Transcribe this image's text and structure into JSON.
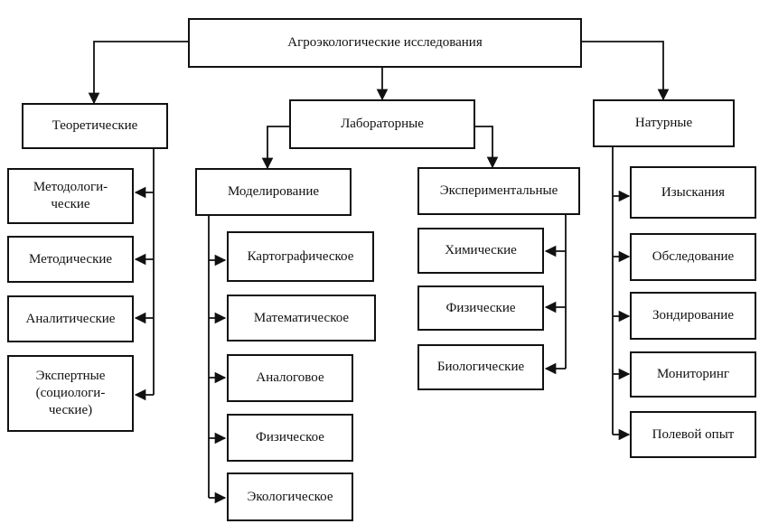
{
  "root": {
    "label": "Агроэкологические исследования"
  },
  "branches": {
    "theoretical": {
      "label": "Теоретические",
      "items": [
        "Методологи-\nческие",
        "Методические",
        "Аналитические",
        "Экспертные\n(социологи-\nческие)"
      ]
    },
    "laboratory": {
      "label": "Лабораторные",
      "modeling": {
        "label": "Моделирование",
        "items": [
          "Картографическое",
          "Математическое",
          "Аналоговое",
          "Физическое",
          "Экологическое"
        ]
      },
      "experimental": {
        "label": "Экспериментальные",
        "items": [
          "Химические",
          "Физические",
          "Биологические"
        ]
      }
    },
    "field": {
      "label": "Натурные",
      "items": [
        "Изыскания",
        "Обследование",
        "Зондирование",
        "Мониторинг",
        "Полевой опыт"
      ]
    }
  },
  "colors": {
    "line": "#111111",
    "box_border": "#111111",
    "background": "#ffffff"
  }
}
